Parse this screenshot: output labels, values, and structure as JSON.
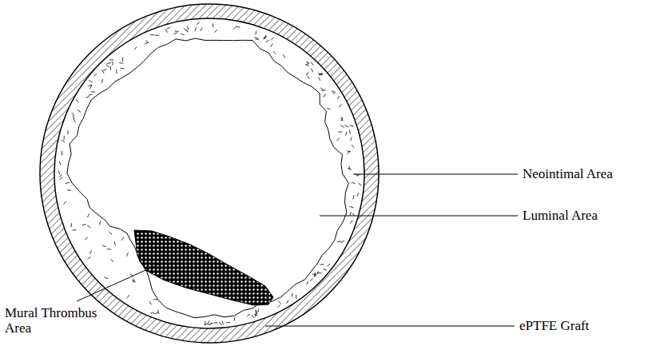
{
  "diagram": {
    "labels": [
      "Neointimal Area",
      "Luminal Area",
      "Mural Thrombus Area",
      "ePTFE Graft"
    ]
  }
}
